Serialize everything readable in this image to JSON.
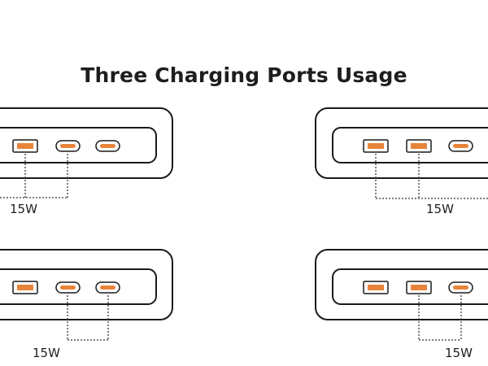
{
  "title": "Three Charging Ports Usage",
  "colors": {
    "port_fill": "#e8843a",
    "outline": "#1a1a1a",
    "dots": "#555555"
  },
  "icons": [
    "usb-a-port-icon",
    "usb-c-port-icon"
  ],
  "panels": [
    {
      "label": "15W",
      "ports": [
        "usb-a",
        "usb-c",
        "usb-c"
      ]
    },
    {
      "label": "15W",
      "ports": [
        "usb-a",
        "usb-a",
        "usb-c"
      ]
    },
    {
      "label": "15W",
      "ports": [
        "usb-a",
        "usb-c",
        "usb-c"
      ]
    },
    {
      "label": "15W",
      "ports": [
        "usb-a",
        "usb-a",
        "usb-c"
      ]
    }
  ]
}
